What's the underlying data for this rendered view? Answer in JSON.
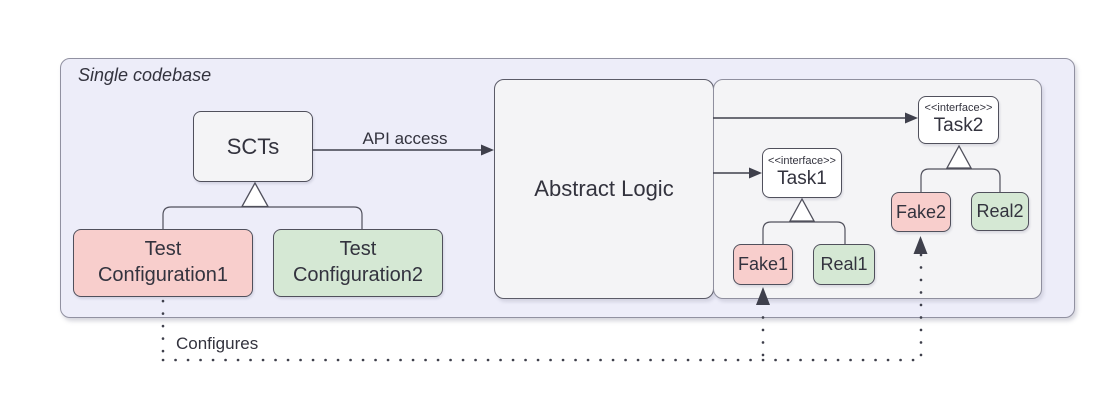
{
  "frame": {
    "label": "Single codebase"
  },
  "nodes": {
    "scts": {
      "label": "SCTs"
    },
    "abstract_logic": {
      "label": "Abstract Logic"
    },
    "task1": {
      "stereotype": "<<interface>>",
      "name": "Task1"
    },
    "task2": {
      "stereotype": "<<interface>>",
      "name": "Task2"
    },
    "fake1": {
      "label": "Fake1"
    },
    "real1": {
      "label": "Real1"
    },
    "fake2": {
      "label": "Fake2"
    },
    "real2": {
      "label": "Real2"
    },
    "test_configuration1": {
      "line1": "Test",
      "line2": "Configuration1"
    },
    "test_configuration2": {
      "line1": "Test",
      "line2": "Configuration2"
    }
  },
  "edges": {
    "api_access": {
      "label": "API access"
    },
    "configures": {
      "label": "Configures"
    }
  },
  "colors": {
    "frame_fill": "#ededf9",
    "frame_stroke": "#9191a1",
    "panel_fill": "#f4f4f6",
    "white_fill": "#ffffff",
    "pink_fill": "#f8cecc",
    "green_fill": "#d5e8d4",
    "box_stroke": "#50505c",
    "connector_stroke": "#3f404c",
    "text": "#33333e"
  }
}
